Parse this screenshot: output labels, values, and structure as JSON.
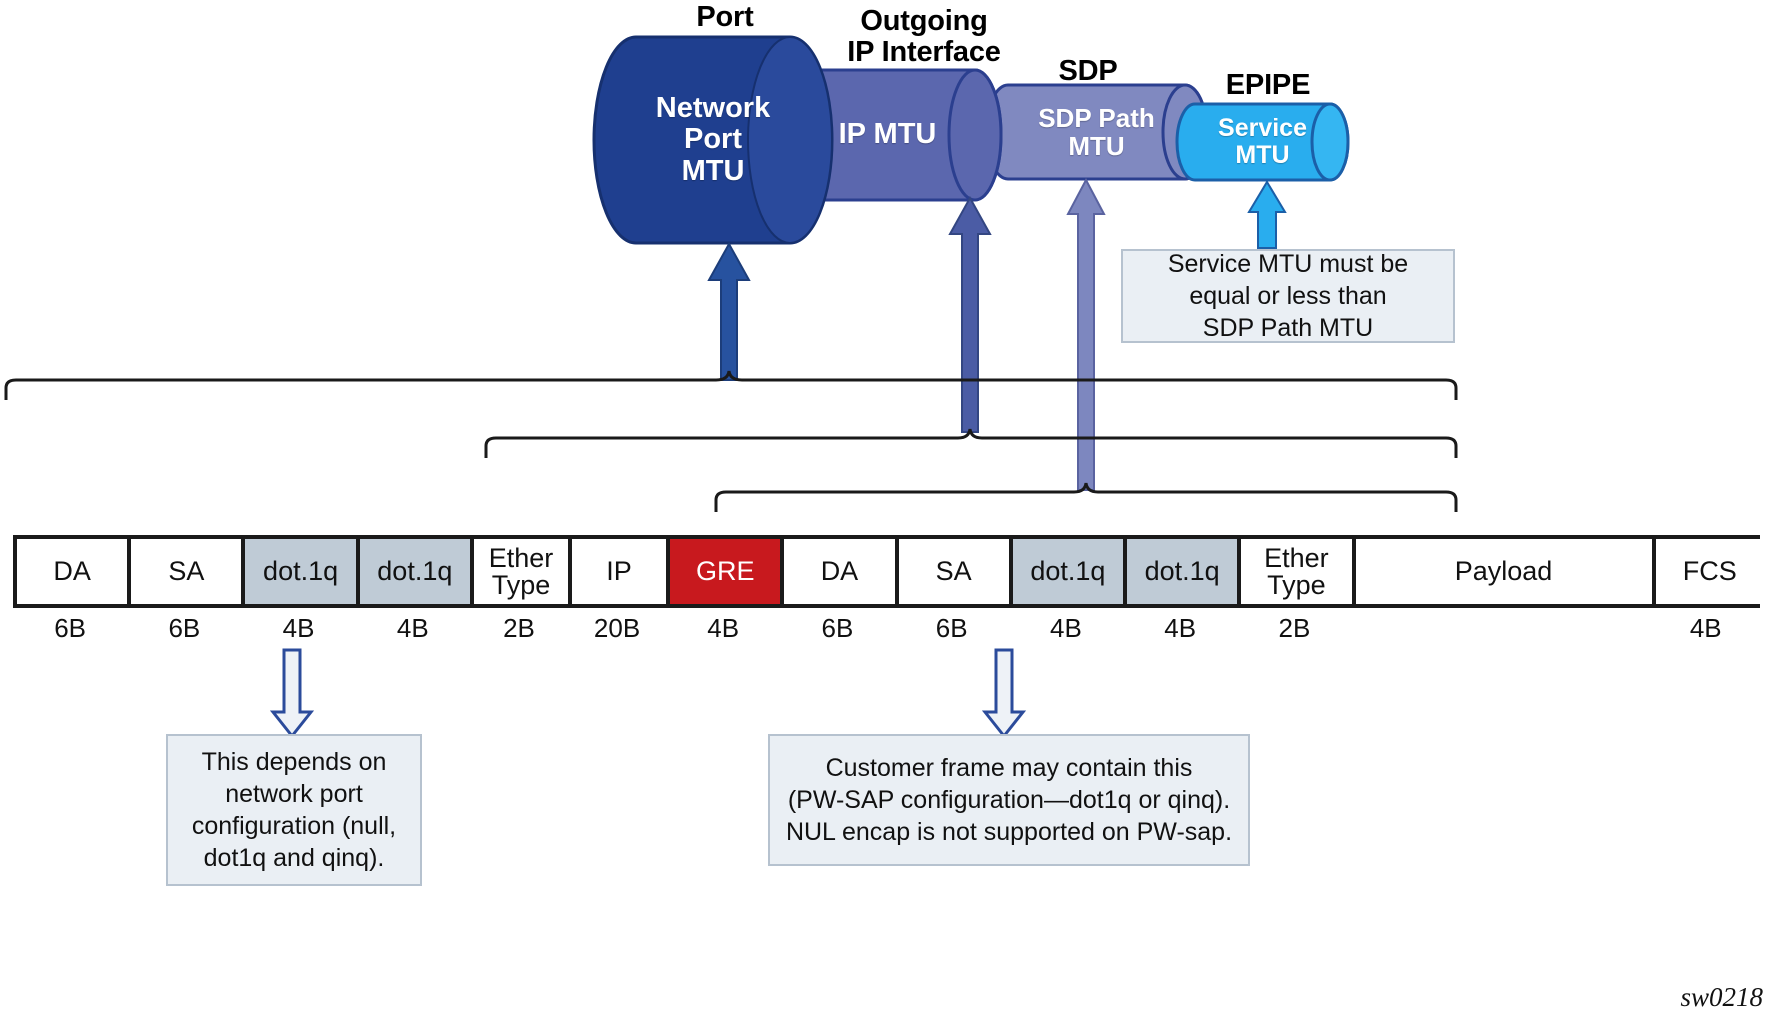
{
  "diagram": {
    "watermark": "sw0218",
    "colors": {
      "port_mtu": "#1F3F8F",
      "ip_mtu": "#5B67AE",
      "sdp_path_mtu": "#8089C0",
      "service_mtu": "#29ADEE",
      "gre": "#C8191E",
      "dot1q": "#BFCBD6",
      "callout_bg": "#EAEFF4",
      "callout_border": "#B6C2CF",
      "outline": "#1A1A1A"
    },
    "cylinders": [
      {
        "title": "Port",
        "label": "Network\nPort\nMTU",
        "label_lines": [
          "Network",
          "Port",
          "MTU"
        ],
        "fill": "#1F3F8F"
      },
      {
        "title": "Outgoing\nIP Interface",
        "title_lines": [
          "Outgoing",
          "IP Interface"
        ],
        "label": "IP MTU",
        "label_lines": [
          "IP MTU"
        ],
        "fill": "#5B67AE"
      },
      {
        "title": "SDP",
        "label": "SDP Path\nMTU",
        "label_lines": [
          "SDP Path",
          "MTU"
        ],
        "fill": "#8089C0"
      },
      {
        "title": "EPIPE",
        "label": "Service\nMTU",
        "label_lines": [
          "Service",
          "MTU"
        ],
        "fill": "#29ADEE"
      }
    ],
    "callouts": [
      {
        "id": "service-mtu-note",
        "lines": [
          "Service MTU must be",
          "equal or less than",
          "SDP Path MTU"
        ]
      },
      {
        "id": "network-port-note",
        "lines": [
          "This depends on",
          "network port",
          "configuration (null,",
          "dot1q and qinq)."
        ]
      },
      {
        "id": "customer-frame-note",
        "lines": [
          "Customer frame may contain this",
          "(PW-SAP configuration—dot1q or qinq).",
          "NUL encap is not supported on PW-sap."
        ]
      }
    ],
    "frame": {
      "cells": [
        {
          "label": "DA",
          "lines": [
            "DA"
          ],
          "size": "6B",
          "style": "plain"
        },
        {
          "label": "SA",
          "lines": [
            "SA"
          ],
          "size": "6B",
          "style": "plain"
        },
        {
          "label": "dot.1q",
          "lines": [
            "dot.1q"
          ],
          "size": "4B",
          "style": "grey"
        },
        {
          "label": "dot.1q",
          "lines": [
            "dot.1q"
          ],
          "size": "4B",
          "style": "grey"
        },
        {
          "label": "Ether Type",
          "lines": [
            "Ether",
            "Type"
          ],
          "size": "2B",
          "style": "plain"
        },
        {
          "label": "IP",
          "lines": [
            "IP"
          ],
          "size": "20B",
          "style": "plain"
        },
        {
          "label": "GRE",
          "lines": [
            "GRE"
          ],
          "size": "4B",
          "style": "red"
        },
        {
          "label": "DA",
          "lines": [
            "DA"
          ],
          "size": "6B",
          "style": "plain"
        },
        {
          "label": "SA",
          "lines": [
            "SA"
          ],
          "size": "6B",
          "style": "plain"
        },
        {
          "label": "dot.1q",
          "lines": [
            "dot.1q"
          ],
          "size": "4B",
          "style": "grey"
        },
        {
          "label": "dot.1q",
          "lines": [
            "dot.1q"
          ],
          "size": "4B",
          "style": "grey"
        },
        {
          "label": "Ether Type",
          "lines": [
            "Ether",
            "Type"
          ],
          "size": "2B",
          "style": "plain"
        },
        {
          "label": "Payload",
          "lines": [
            "Payload"
          ],
          "size": "",
          "style": "plain"
        },
        {
          "label": "FCS",
          "lines": [
            "FCS"
          ],
          "size": "4B",
          "style": "plain"
        }
      ]
    },
    "braces": [
      {
        "id": "port-mtu-brace",
        "scope": "Network Port MTU"
      },
      {
        "id": "ip-mtu-brace",
        "scope": "IP MTU"
      },
      {
        "id": "sdp-path-mtu-brace",
        "scope": "SDP Path MTU"
      }
    ]
  }
}
